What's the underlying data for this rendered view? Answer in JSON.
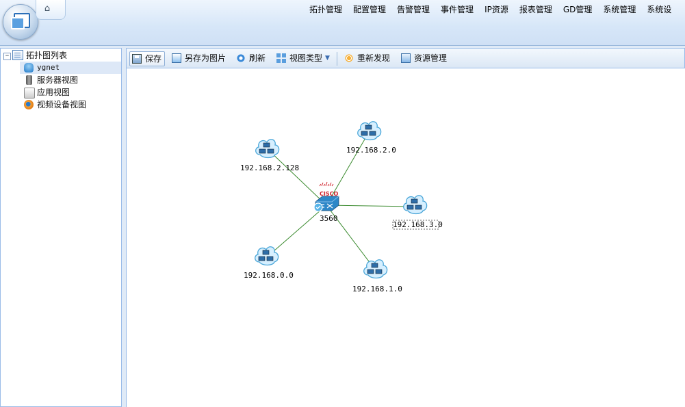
{
  "topnav": {
    "items": [
      "拓扑管理",
      "配置管理",
      "告警管理",
      "事件管理",
      "IP资源",
      "报表管理",
      "GD管理",
      "系统管理",
      "系统设"
    ]
  },
  "tree": {
    "root_label": "拓扑图列表",
    "items": [
      {
        "label": "ygnet",
        "icon": "database-icon",
        "selected": true
      },
      {
        "label": "服务器视图",
        "icon": "server-icon"
      },
      {
        "label": "应用视图",
        "icon": "application-icon"
      },
      {
        "label": "视频设备视图",
        "icon": "video-device-icon"
      }
    ]
  },
  "toolbar": {
    "save": "保存",
    "save_as_image": "另存为图片",
    "refresh": "刷新",
    "view_type": "视图类型",
    "rediscover": "重新发现",
    "resource_mgmt": "资源管理"
  },
  "topology": {
    "center": {
      "label": "3560",
      "brand": "CISCO",
      "type": "switch"
    },
    "subnets": [
      {
        "label": "192.168.2.128"
      },
      {
        "label": "192.168.2.0"
      },
      {
        "label": "192.168.3.0",
        "selected": true
      },
      {
        "label": "192.168.0.0"
      },
      {
        "label": "192.168.1.0"
      }
    ],
    "link_color": "#3a8a2e"
  }
}
